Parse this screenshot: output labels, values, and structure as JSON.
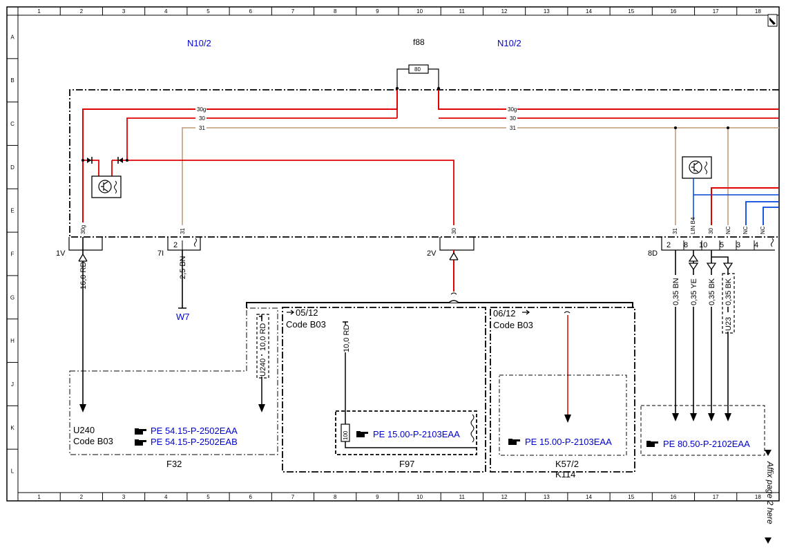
{
  "grid": {
    "columns": [
      "1",
      "2",
      "3",
      "4",
      "5",
      "6",
      "7",
      "8",
      "9",
      "10",
      "11",
      "12",
      "13",
      "14",
      "15",
      "16",
      "17",
      "18"
    ],
    "rows": [
      "A",
      "B",
      "C",
      "D",
      "E",
      "F",
      "G",
      "H",
      "J",
      "K",
      "L"
    ]
  },
  "components": {
    "n10_2_left": "N10/2",
    "n10_2_right": "N10/2",
    "fuse_name": "f88",
    "fuse_rating": "80",
    "w7": "W7",
    "f32": "F32",
    "f97": "F97",
    "k57_2": "K57/2",
    "k114": "K114"
  },
  "connectors": {
    "c1v": "1V",
    "c7i": "7I",
    "c2v": "2V",
    "c8d": "8D",
    "pin_7i": "2",
    "pins_8d": [
      "2",
      "8",
      "10",
      "5",
      "3",
      "4"
    ]
  },
  "wire_tags": {
    "w30g": "30g",
    "w30": "30",
    "w31": "31",
    "t30g": "30g",
    "t31": "31",
    "t30": "30",
    "t8d_31": "31",
    "t8d_linb4": "LIN B4",
    "t8d_30": "30",
    "t8d_nc1": "NC",
    "t8d_nc2": "NC",
    "t8d_nc3": "NC"
  },
  "wires": {
    "w_1v": "16,0 RD",
    "w_7i": "2,5 BN",
    "w_u240": "10,0 RD",
    "u240_tag": "U240",
    "w_f97": "10,0 RD",
    "f97_res": "100",
    "w_bn": "0,35 BN",
    "w_ye": "0,35 YE",
    "w_bk1": "0,35 BK",
    "w_bk2": "0,35 BK",
    "u23_tag": "U23"
  },
  "notes": {
    "u240": "U240",
    "code_b03_a": "Code B03",
    "date_0512": "05/12",
    "code_b03_b": "Code B03",
    "date_0612": "06/12",
    "code_b03_c": "Code B03"
  },
  "refs": {
    "r1": "PE 54.15-P-2502EAA",
    "r2": "PE 54.15-P-2502EAB",
    "r3": "PE 15.00-P-2103EAA",
    "r4": "PE 15.00-P-2103EAA",
    "r5": "PE 80.50-P-2102EAA"
  },
  "side_note": "Affix page 2 here",
  "colors": {
    "red": "#e00000",
    "brown": "#c8a888",
    "blue": "#0044dd",
    "link": "#0000cc"
  }
}
